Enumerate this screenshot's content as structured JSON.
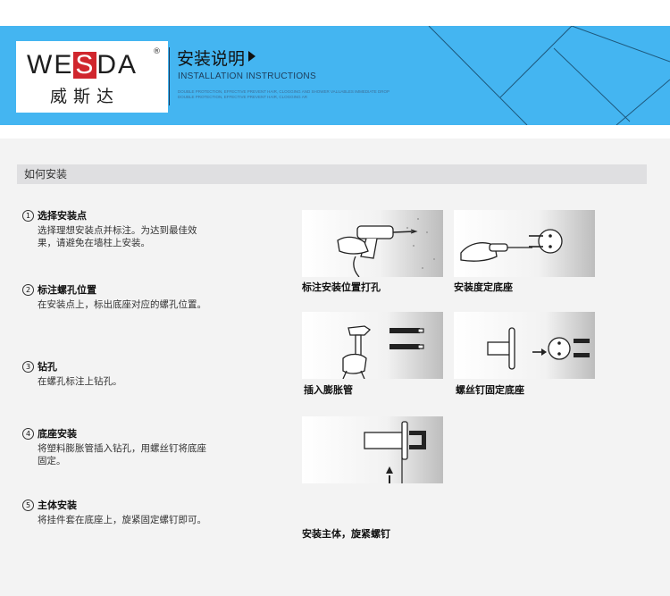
{
  "brand": {
    "logo_word_pre": "WE",
    "logo_word_accent": "S",
    "logo_word_post": "DA",
    "logo_registered": "®",
    "logo_cn": "威斯达",
    "colors": {
      "banner_bg": "#44b5f1",
      "logo_accent": "#d0262d"
    }
  },
  "banner": {
    "title": "安装说明",
    "subtitle": "INSTALLATION INSTRUCTIONS",
    "fine_print_1": "DOUBLE PROTECTION, EFFECTIVE PREVENT HAIR, CLOGGING AND SHOWER VALUABLES IMMEDIATE DROP",
    "fine_print_2": "DOUBLE PROTECTION, EFFECTIVE PREVENT HAIR, CLOGGING AR"
  },
  "section": {
    "title": "如何安装"
  },
  "steps": [
    {
      "num": "1",
      "title": "选择安装点",
      "body": "选择理想安装点并标注。为达到最佳效果，请避免在墙柱上安装。"
    },
    {
      "num": "2",
      "title": "标注螺孔位置",
      "body": "在安装点上，标出底座对应的螺孔位置。"
    },
    {
      "num": "3",
      "title": "钻孔",
      "body": "在螺孔标注上钻孔。"
    },
    {
      "num": "4",
      "title": "底座安装",
      "body": "将塑料膨胀管插入钻孔，用螺丝钉将底座固定。"
    },
    {
      "num": "5",
      "title": "主体安装",
      "body": "将挂件套在底座上，旋紧固定螺钉即可。"
    }
  ],
  "figures": [
    {
      "caption": "标注安装位置打孔",
      "icon": "drill-icon"
    },
    {
      "caption": "安装度定底座",
      "icon": "screwdriver-base-icon"
    },
    {
      "caption": "插入膨胀管",
      "icon": "hammer-anchor-icon"
    },
    {
      "caption": "螺丝钉固定底座",
      "icon": "screw-base-icon"
    },
    {
      "caption": "安装主体，旋紧螺钉",
      "icon": "mount-body-icon"
    }
  ]
}
